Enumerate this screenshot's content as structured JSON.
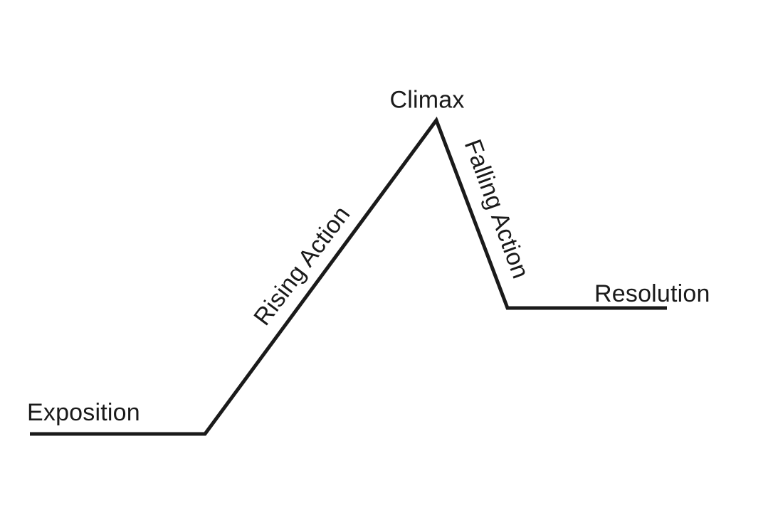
{
  "diagram": {
    "type": "story-plot-structure",
    "background_color": "#ffffff",
    "line_color": "#1a1a1a",
    "line_points": "42,610 288,610 613,169 713,433 937,433",
    "stages": [
      {
        "id": "exposition",
        "label": "Exposition"
      },
      {
        "id": "rising-action",
        "label": "Rising Action"
      },
      {
        "id": "climax",
        "label": "Climax"
      },
      {
        "id": "falling-action",
        "label": "Falling Action"
      },
      {
        "id": "resolution",
        "label": "Resolution"
      }
    ]
  }
}
